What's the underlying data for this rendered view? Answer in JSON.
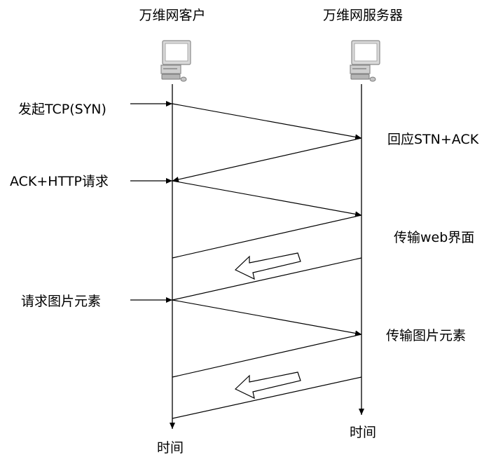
{
  "headers": {
    "client": "万维网客户",
    "server": "万维网服务器"
  },
  "left_labels": {
    "syn": "发起TCP(SYN)",
    "ack_http": "ACK+HTTP请求",
    "request_images": "请求图片元素"
  },
  "right_labels": {
    "syn_ack": "回应STN+ACK",
    "transfer_web": "传输web界面",
    "transfer_images": "传输图片元素"
  },
  "time_labels": {
    "client": "时间",
    "server": "时间"
  },
  "icons": {
    "client": "computer-icon",
    "server": "computer-icon"
  }
}
